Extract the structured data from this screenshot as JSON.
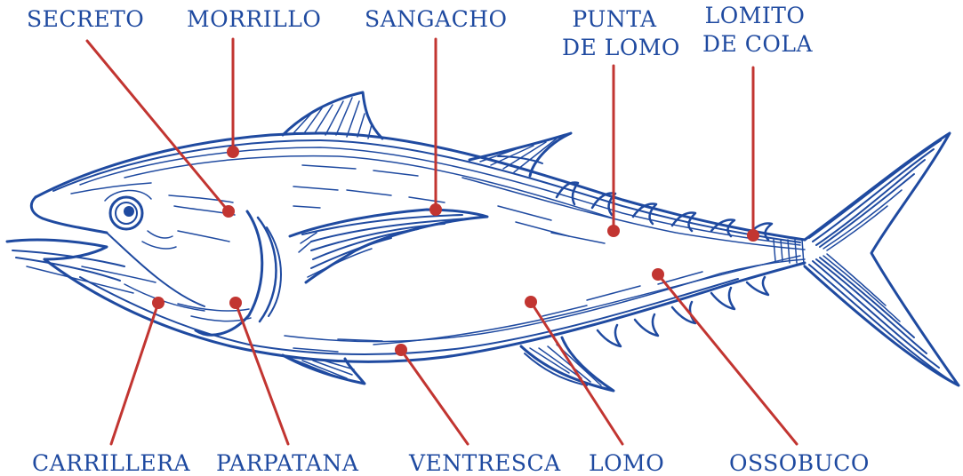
{
  "colors": {
    "fish": "#1f4aa0",
    "leader": "#c23531",
    "label": "#1f4aa0"
  },
  "labels": {
    "secreto": "SECRETO",
    "morrillo": "MORRILLO",
    "sangacho": "SANGACHO",
    "punta_de_lomo_line1": "PUNTA",
    "punta_de_lomo_line2": "DE LOMO",
    "lomito_de_cola_line1": "LOMITO",
    "lomito_de_cola_line2": "DE COLA",
    "carrillera": "CARRILLERA",
    "parpatana": "PARPATANA",
    "ventresca": "VENTRESCA",
    "lomo": "LOMO",
    "ossobuco": "OSSOBUCO"
  }
}
